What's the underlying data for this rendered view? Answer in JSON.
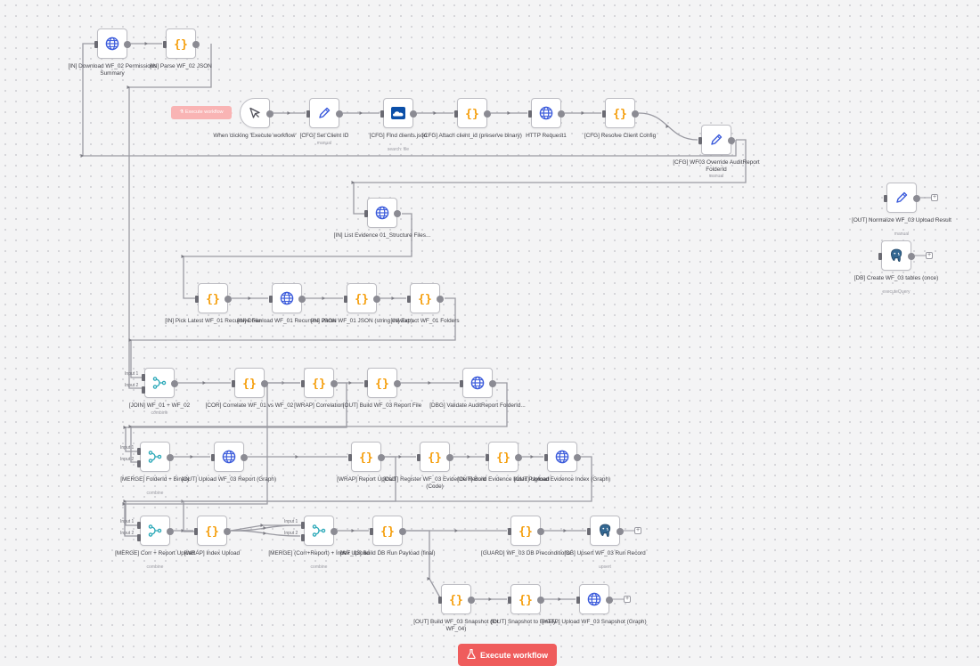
{
  "colors": {
    "canvas_bg": "#f4f4f5",
    "wire": "#9a9aa2",
    "code_icon": "#f59e0b",
    "globe_icon": "#3b5bdb",
    "pen_icon": "#3b5bdb",
    "merge_icon": "#2aa8b8",
    "execute_button": "#ef5c5c"
  },
  "mini_execute_label": "Execute workflow",
  "execute_button": {
    "label": "Execute workflow",
    "icon": "flask-icon"
  },
  "nodes": [
    {
      "id": "n1",
      "icon": "globe",
      "label": "[IN] Download WF_02 Permissions Summary"
    },
    {
      "id": "n2",
      "icon": "code",
      "label": "[IN] Parse WF_02 JSON"
    },
    {
      "id": "n3",
      "icon": "cursor",
      "label": "When clicking 'Execute workflow'",
      "trigger": true
    },
    {
      "id": "n4",
      "icon": "pen",
      "label": "[CFG] Set Client ID",
      "sub": "manual"
    },
    {
      "id": "n5",
      "icon": "cloud",
      "label": "[CFG] Find clients.json",
      "sub": "search: file"
    },
    {
      "id": "n6",
      "icon": "code",
      "label": "[CFG] Attach client_id (preserve binary)"
    },
    {
      "id": "n7",
      "icon": "globe",
      "label": "HTTP Request1"
    },
    {
      "id": "n8",
      "icon": "code",
      "label": "[CFG] Resolve Client Config"
    },
    {
      "id": "n9",
      "icon": "pen",
      "label": "[CFG] WF03 Override AuditReport FolderId",
      "sub": "manual"
    },
    {
      "id": "n10",
      "icon": "globe",
      "label": "[IN] List Evidence 01_Structure Files..."
    },
    {
      "id": "n11",
      "icon": "code",
      "label": "[IN] Pick Latest WF_01 Recursive File"
    },
    {
      "id": "n12",
      "icon": "globe",
      "label": "[IN] Download WF_01 Recursive JSON"
    },
    {
      "id": "n13",
      "icon": "code",
      "label": "[IN] Parse WF_01 JSON (string unwrap)"
    },
    {
      "id": "n14",
      "icon": "code",
      "label": "[IN] Extract WF_01 Folders"
    },
    {
      "id": "n15",
      "icon": "merge",
      "label": "[JOIN] WF_01 + WF_02",
      "sub": "combine",
      "inputs": [
        "Input 1",
        "Input 2"
      ]
    },
    {
      "id": "n16",
      "icon": "code",
      "label": "[COR] Correlate WF_01 vs WF_02"
    },
    {
      "id": "n17",
      "icon": "code",
      "label": "[WRAP] Correlation"
    },
    {
      "id": "n18",
      "icon": "code",
      "label": "[OUT] Build WF_03 Report File"
    },
    {
      "id": "n19",
      "icon": "globe",
      "label": "[DBG] Validate AuditReport FolderId..."
    },
    {
      "id": "n20",
      "icon": "merge",
      "label": "[MERGE] FolderId + Binary",
      "sub": "combine",
      "inputs": [
        "Input 1",
        "Input 2"
      ]
    },
    {
      "id": "n21",
      "icon": "globe",
      "label": "[OUT] Upload WF_03 Report (Graph)"
    },
    {
      "id": "n22",
      "icon": "code",
      "label": "[WRAP] Report Upload"
    },
    {
      "id": "n23",
      "icon": "code",
      "label": "[OUT] Register WF_03 Evidence Record (Code)"
    },
    {
      "id": "n24",
      "icon": "code",
      "label": "[OUT] Build Evidence Index Payload"
    },
    {
      "id": "n25",
      "icon": "globe",
      "label": "[OUT] Upload Evidence Index (Graph)"
    },
    {
      "id": "n26",
      "icon": "merge",
      "label": "[MERGE] Corr + Report Upload",
      "sub": "combine",
      "inputs": [
        "Input 1",
        "Input 2"
      ]
    },
    {
      "id": "n27",
      "icon": "code",
      "label": "[WRAP] Index Upload"
    },
    {
      "id": "n28",
      "icon": "merge",
      "label": "[MERGE] (Corr+Report) + Index Upload",
      "sub": "combine",
      "inputs": [
        "Input 1",
        "Input 2"
      ]
    },
    {
      "id": "n29",
      "icon": "code",
      "label": "[WF_03] Build DB Run Payload (final)"
    },
    {
      "id": "n30",
      "icon": "code",
      "label": "[GUARD] WF_03 DB Preconditions"
    },
    {
      "id": "n31",
      "icon": "postgres",
      "label": "[DB] Upsert WF_03 Run Record",
      "sub": "upsert"
    },
    {
      "id": "n32",
      "icon": "code",
      "label": "[OUT] Build WF_03 Snapshot (for WF_04)"
    },
    {
      "id": "n33",
      "icon": "code",
      "label": "[OUT] Snapshot to Binary..."
    },
    {
      "id": "n34",
      "icon": "globe",
      "label": "[HTTP] Upload WF_03 Snapshot (Graph)"
    },
    {
      "id": "n35",
      "icon": "pen",
      "label": "[OUT] Normalize WF_03 Upload Result",
      "sub": "manual"
    },
    {
      "id": "n36",
      "icon": "postgres",
      "label": "[DB] Create WF_03 tables (once)",
      "sub": "executeQuery"
    }
  ]
}
